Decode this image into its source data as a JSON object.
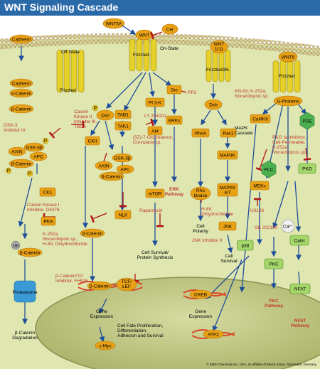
{
  "title": "WNT Signaling Cascade",
  "colors": {
    "header": "#2b6aa8",
    "node_fill": "#e8a015",
    "node_stroke": "#b87400",
    "green": "#4caf50",
    "receptor": "#e6d02a",
    "arrow_blue": "#1f4e9a",
    "arrow_red": "#b01515",
    "cell": "#dfe6b0",
    "nucleus": "#c6cc8e",
    "dna": "#d94a2a"
  },
  "ligands": {
    "wnt5a_top": "WNT5A",
    "wnt": "WNT",
    "cer": "Cer",
    "wnt1_11": "WNT\n1/11",
    "wnt5": "WNT5"
  },
  "receptors": {
    "frizzled_off": "Frizzled",
    "frizzled_on": "Frizzled",
    "frizzled36": "Frizzled3/6",
    "frizzled5": "Frizzled"
  },
  "state_labels": {
    "off": "Off-State",
    "on": "On-State"
  },
  "nodes": {
    "cadherin": "Cadherin",
    "cadherin2": "Cadherin",
    "a_catenin": "α-Catenin",
    "b_catenin1": "β-Catenin",
    "axin": "AXIN",
    "gsk3b1": "GSK-3β",
    "apc1": "APC",
    "b_catenin2": "β-Catenin",
    "p1": "P",
    "p2": "P",
    "p3": "P",
    "ck1": "CK1",
    "pka": "PKA",
    "ub": "Ub",
    "b_catenin_ub": "β-Catenin",
    "proteasome": "Proteasome",
    "dsh1": "Dsh",
    "p_dsh": "P",
    "ckii": "CKII",
    "gsk3b2": "GSK-3β",
    "axin2": "AXIN",
    "apc2": "APC",
    "b_catenin3": "β-Catenin",
    "b_catenin4": "β-Catenin",
    "tab1": "TAB1",
    "tak1": "TAK1",
    "nlk": "NLK",
    "pi3k": "PI 3-K",
    "akt": "Akt",
    "mtor": "mTOR",
    "src": "Src",
    "erks": "ERKs",
    "dsh2": "Dsh",
    "rhoa": "RhoA",
    "rac1": "Rac1",
    "rho_kinase": "Rho\nkinase",
    "map3k": "MAP3K",
    "mapkk": "MAPKK\n4/7",
    "jnk": "JNK",
    "g_proteins": "G-Proteins",
    "camkii": "CaMKII",
    "pde": "PDE",
    "plc": "PLC",
    "pkg": "PKG",
    "meks": "MEKs",
    "p38": "p38",
    "ca": "Ca²⁺",
    "pkc": "PKC",
    "calm": "Calm",
    "nfat": "NFAT",
    "b_catenin_nuc": "β-Catenin",
    "tcf_lef": "TCF/\nLEF",
    "creb": "CREB",
    "atf2": "ATF2",
    "cmyc": "c-Myc"
  },
  "inhibitors": {
    "gsk3_inh": "GSK-3\nInhibitor IX",
    "casein_k2": "Casein\nKinase II\nInhibitor III,\nTBCA",
    "casein_k1": "Casein Kinase I\nInhibitor, D4476",
    "k252a_1": "K-252a,\nNocardiopsis sp.,\nH-89, Dihydrochloride",
    "oxozeaenol": "(5Z)-7-Oxozeaenol,\nCurvularia sp.",
    "ly294002": "LY 294002",
    "rapamycin": "Rapamycin",
    "pp2": "PP2",
    "h89": "H-89,\nDihydrochloride",
    "jnk_inh": "JNK Inhibitor II",
    "kn93": "KN-93; K-252a,\nNocardiopsis sp.",
    "pkg_inh": "PKG Ia Inhibitor,\nCell-Permeable,\nK-252a,\nNocardiopsis sp.",
    "u0126": "U0126",
    "sb202190": "SB 202190",
    "bcat_tcf": "β-Catenin/Tcf\nInhibitor, FH535"
  },
  "pathway_labels": {
    "erk": "ERK\nPathway",
    "pkc": "PKC\nPathway",
    "nfat": "NFAT\nPathway"
  },
  "text_labels": {
    "survival1": "Cell Survival/\nProtein Synthesis",
    "polarity": "Cell\nPolarity",
    "survival2": "Cell\nSurvival",
    "mapk_cascade": "MAPK\nCascade",
    "degradation": "β-Catenin\nDegradation",
    "gene_expr1": "Gene\nExpression",
    "gene_expr2": "Gene\nExpression",
    "cell_fate": "Cell Fate Proliferation,\nDifferentiation,\nAdhesion and Survival"
  },
  "copyright": "© EMD Chemicals Inc. USA, an affiliate of Merck KGaA, Darmstadt, Germany"
}
